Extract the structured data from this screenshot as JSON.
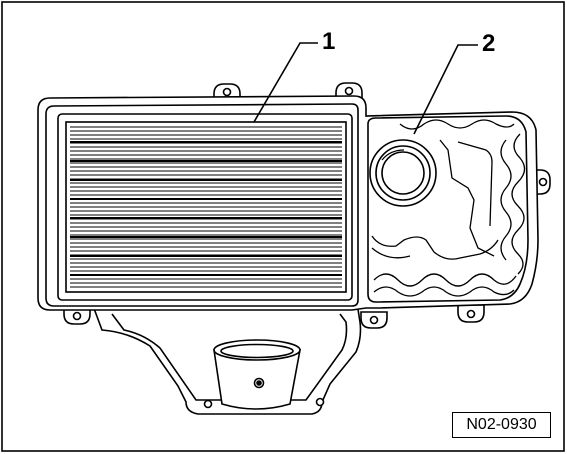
{
  "figure": {
    "callouts": [
      {
        "number": "1"
      },
      {
        "number": "2"
      }
    ],
    "reference_code": "N02-0930"
  }
}
